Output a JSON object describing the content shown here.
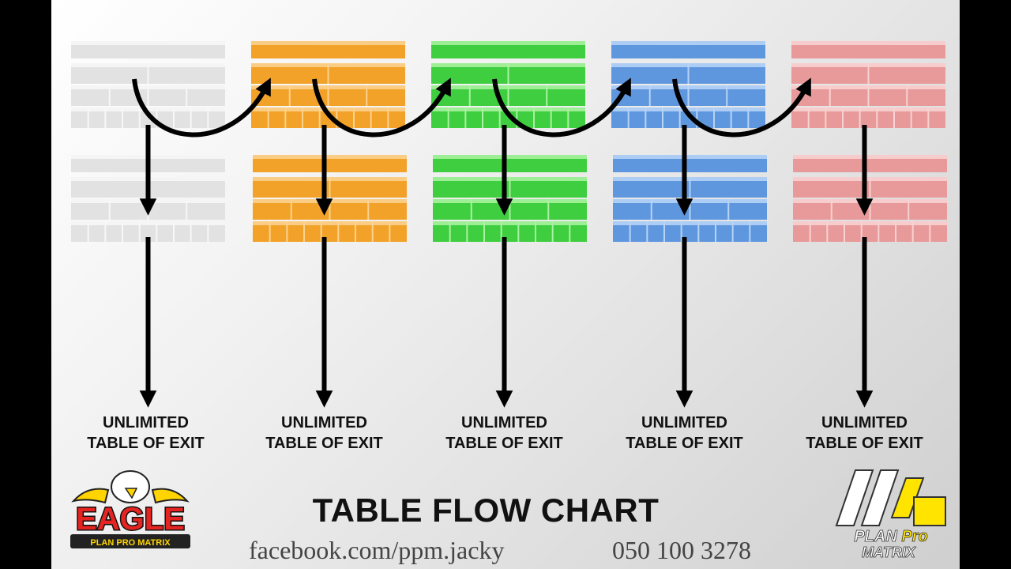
{
  "diagram": {
    "title": "TABLE FLOW CHART",
    "columns": [
      {
        "id": "white",
        "color": "#e2e2e2",
        "line": "#f7f7f7",
        "caption": [
          "UNLIMITED",
          "TABLE OF EXIT"
        ]
      },
      {
        "id": "orange",
        "color": "#f2a228",
        "line": "#fcd28e",
        "caption": [
          "UNLIMITED",
          "TABLE OF EXIT"
        ]
      },
      {
        "id": "green",
        "color": "#3fce3f",
        "line": "#a9f2a0",
        "caption": [
          "UNLIMITED",
          "TABLE OF EXIT"
        ]
      },
      {
        "id": "blue",
        "color": "#5f97df",
        "line": "#b7d3f6",
        "caption": [
          "UNLIMITED",
          "TABLE OF EXIT"
        ]
      },
      {
        "id": "pink",
        "color": "#e89a9a",
        "line": "#f8d2d2",
        "caption": [
          "UNLIMITED",
          "TABLE OF EXIT"
        ]
      }
    ],
    "arrow_color": "#000000"
  },
  "contact": {
    "facebook": "facebook.com/ppm.jacky",
    "phone": "050 100 3278"
  },
  "logos": {
    "left": {
      "word": "EAGLE",
      "sub": "PLAN PRO MATRIX",
      "fill": "#e52421",
      "accent": "#ffd400"
    },
    "right": {
      "line1": "PLAN",
      "line1b": "Pro",
      "line2": "MATRIX",
      "fill": "#ffffff",
      "accent": "#ffe400"
    }
  }
}
